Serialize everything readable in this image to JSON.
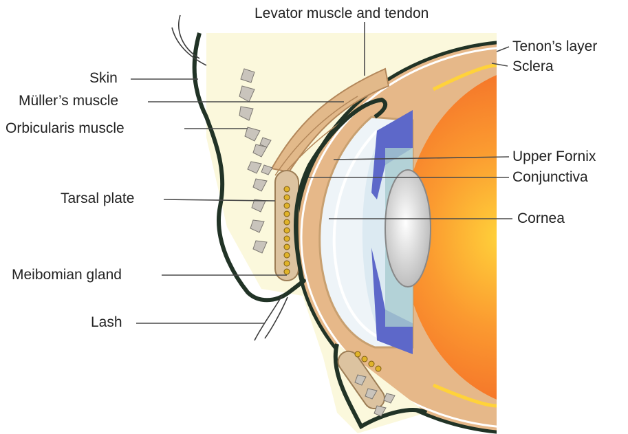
{
  "labels": {
    "levator": "Levator muscle and tendon",
    "tenon": "Tenon’s layer",
    "sclera": "Sclera",
    "skin": "Skin",
    "muller": "Müller’s muscle",
    "orbicularis": "Orbicularis muscle",
    "upper_fornix": "Upper Fornix",
    "conjunctiva": "Conjunctiva",
    "tarsal_plate": "Tarsal plate",
    "cornea": "Cornea",
    "meibomian": "Meibomian gland",
    "lash": "Lash"
  },
  "colors": {
    "background": "#ffffff",
    "tissue": "#fbf8dc",
    "outline": "#213326",
    "tendon": "#e2b98a",
    "tarsal": "#dcc3a0",
    "gland": "#e0b32a",
    "muscle_particle": "#c9c4bc",
    "cornea": "#eef4f8",
    "iris": "#5d68c9",
    "lens": "#d2d2d2",
    "eye_interior": "#f0622a",
    "sclera_band": "#e6b889",
    "text": "#222222"
  }
}
